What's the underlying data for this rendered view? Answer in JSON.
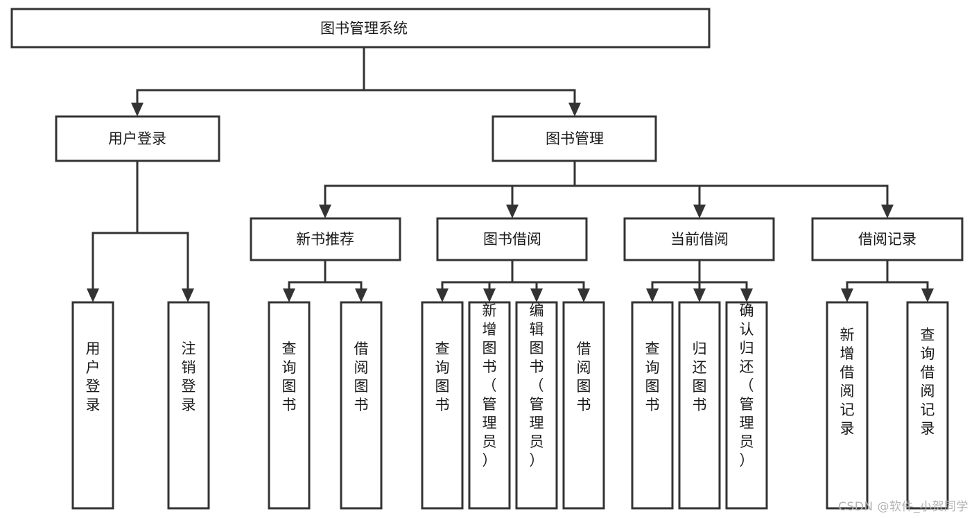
{
  "diagram": {
    "type": "tree-hierarchy-chart",
    "title": "图书管理系统",
    "watermark": "CSDN @软件_小贺同学",
    "colors": {
      "stroke": "#333333",
      "fill": "#ffffff",
      "text": "#1a1a1a",
      "watermark": "#b3b3b3"
    },
    "levels": [
      {
        "level": 1,
        "nodes": [
          {
            "id": "root",
            "label": "图书管理系统",
            "orientation": "horizontal"
          }
        ]
      },
      {
        "level": 2,
        "nodes": [
          {
            "id": "login",
            "label": "用户登录",
            "orientation": "horizontal",
            "parent": "root"
          },
          {
            "id": "bookmgmt",
            "label": "图书管理",
            "orientation": "horizontal",
            "parent": "root"
          }
        ]
      },
      {
        "level": 3,
        "nodes": [
          {
            "id": "newbook",
            "label": "新书推荐",
            "orientation": "horizontal",
            "parent": "bookmgmt"
          },
          {
            "id": "borrow",
            "label": "图书借阅",
            "orientation": "horizontal",
            "parent": "bookmgmt"
          },
          {
            "id": "current",
            "label": "当前借阅",
            "orientation": "horizontal",
            "parent": "bookmgmt"
          },
          {
            "id": "records",
            "label": "借阅记录",
            "orientation": "horizontal",
            "parent": "bookmgmt"
          }
        ]
      },
      {
        "level": 4,
        "nodes": [
          {
            "id": "leaf-user-login",
            "label": "用户登录",
            "orientation": "vertical",
            "parent": "login"
          },
          {
            "id": "leaf-user-logout",
            "label": "注销登录",
            "orientation": "vertical",
            "parent": "login"
          },
          {
            "id": "leaf-newbook-query",
            "label": "查询图书",
            "orientation": "vertical",
            "parent": "newbook"
          },
          {
            "id": "leaf-newbook-borrow",
            "label": "借阅图书",
            "orientation": "vertical",
            "parent": "newbook"
          },
          {
            "id": "leaf-borrow-query",
            "label": "查询图书",
            "orientation": "vertical",
            "parent": "borrow"
          },
          {
            "id": "leaf-borrow-add",
            "label": "新增图书（管理员）",
            "orientation": "vertical",
            "parent": "borrow"
          },
          {
            "id": "leaf-borrow-edit",
            "label": "编辑图书（管理员）",
            "orientation": "vertical",
            "parent": "borrow"
          },
          {
            "id": "leaf-borrow-borrow",
            "label": "借阅图书",
            "orientation": "vertical",
            "parent": "borrow"
          },
          {
            "id": "leaf-current-query",
            "label": "查询图书",
            "orientation": "vertical",
            "parent": "current"
          },
          {
            "id": "leaf-current-return",
            "label": "归还图书",
            "orientation": "vertical",
            "parent": "current"
          },
          {
            "id": "leaf-current-confirm",
            "label": "确认归还（管理员）",
            "orientation": "vertical",
            "parent": "current"
          },
          {
            "id": "leaf-records-add",
            "label": "新增借阅记录",
            "orientation": "vertical",
            "parent": "records"
          },
          {
            "id": "leaf-records-query",
            "label": "查询借阅记录",
            "orientation": "vertical",
            "parent": "records"
          }
        ]
      }
    ]
  }
}
